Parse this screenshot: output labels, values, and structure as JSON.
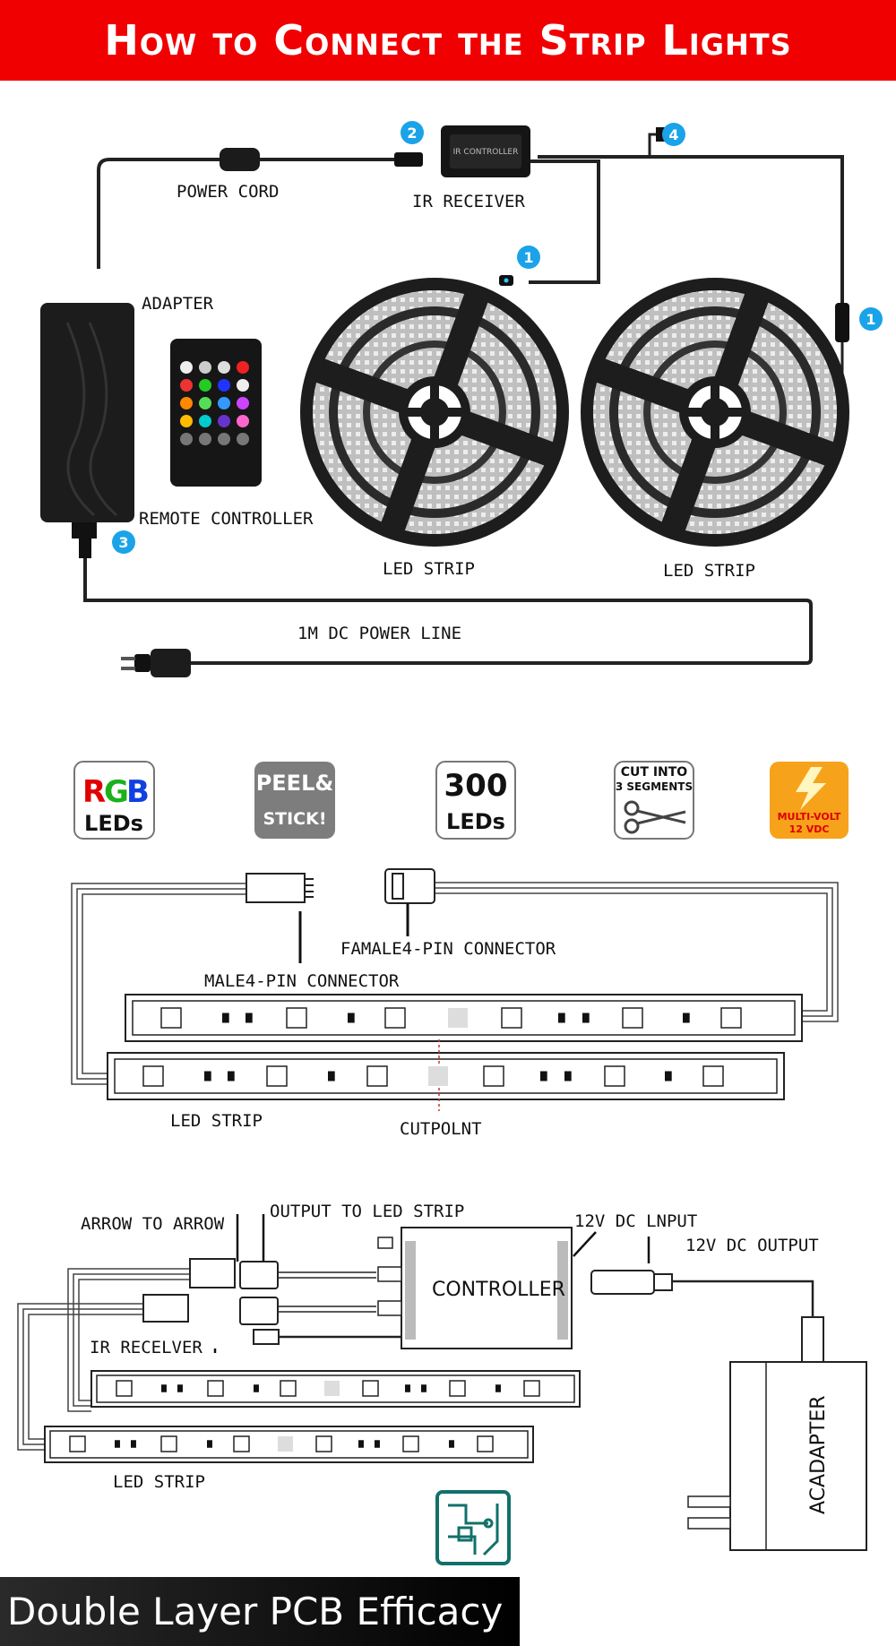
{
  "banner": {
    "title": "How to Connect the Strip Lights",
    "color": "#f00000"
  },
  "top_diagram": {
    "labels": {
      "power_cord": "POWER CORD",
      "ir_receiver": "IR RECEIVER",
      "adapter": "ADAPTER",
      "remote_controller": "REMOTE CONTROLLER",
      "led_strip_1": "LED STRIP",
      "led_strip_2": "LED STRIP",
      "dc_power_line": "1M DC POWER LINE"
    },
    "badges": {
      "b1a": "1",
      "b1b": "1",
      "b2": "2",
      "b3": "3",
      "b4": "4"
    },
    "badge_color": "#1aa3e8"
  },
  "features": [
    {
      "id": "rgb",
      "r": "R",
      "g": "G",
      "b": "B",
      "sub": "LEDs"
    },
    {
      "id": "peel",
      "line1": "PEEL&",
      "line2": "STICK!"
    },
    {
      "id": "count",
      "line1": "300",
      "line2": "LEDs"
    },
    {
      "id": "cut",
      "line1": "CUT INTO",
      "line2": "3 SEGMENTS"
    },
    {
      "id": "volt",
      "line1": "MULTI-VOLT",
      "line2": "12 VDC"
    }
  ],
  "strip_diagram": {
    "labels": {
      "female_connector": "FAMALE4-PIN CONNECTOR",
      "male_connector": "MALE4-PIN CONNECTOR",
      "led_strip": "LED STRIP",
      "cutpoint": "CUTPOLNT"
    }
  },
  "controller_diagram": {
    "labels": {
      "arrow_to_arrow": "ARROW TO ARROW",
      "output_to_strip": "OUTPUT TO LED STRIP",
      "dc_input": "12V DC LNPUT",
      "dc_output": "12V DC OUTPUT",
      "controller": "CONTROLLER",
      "ir_receiver": "IR RECELVER",
      "led_strip": "LED STRIP",
      "ac_adapter": "ACADAPTER"
    }
  },
  "footer": {
    "text": "Double Layer PCB Efficacy"
  }
}
